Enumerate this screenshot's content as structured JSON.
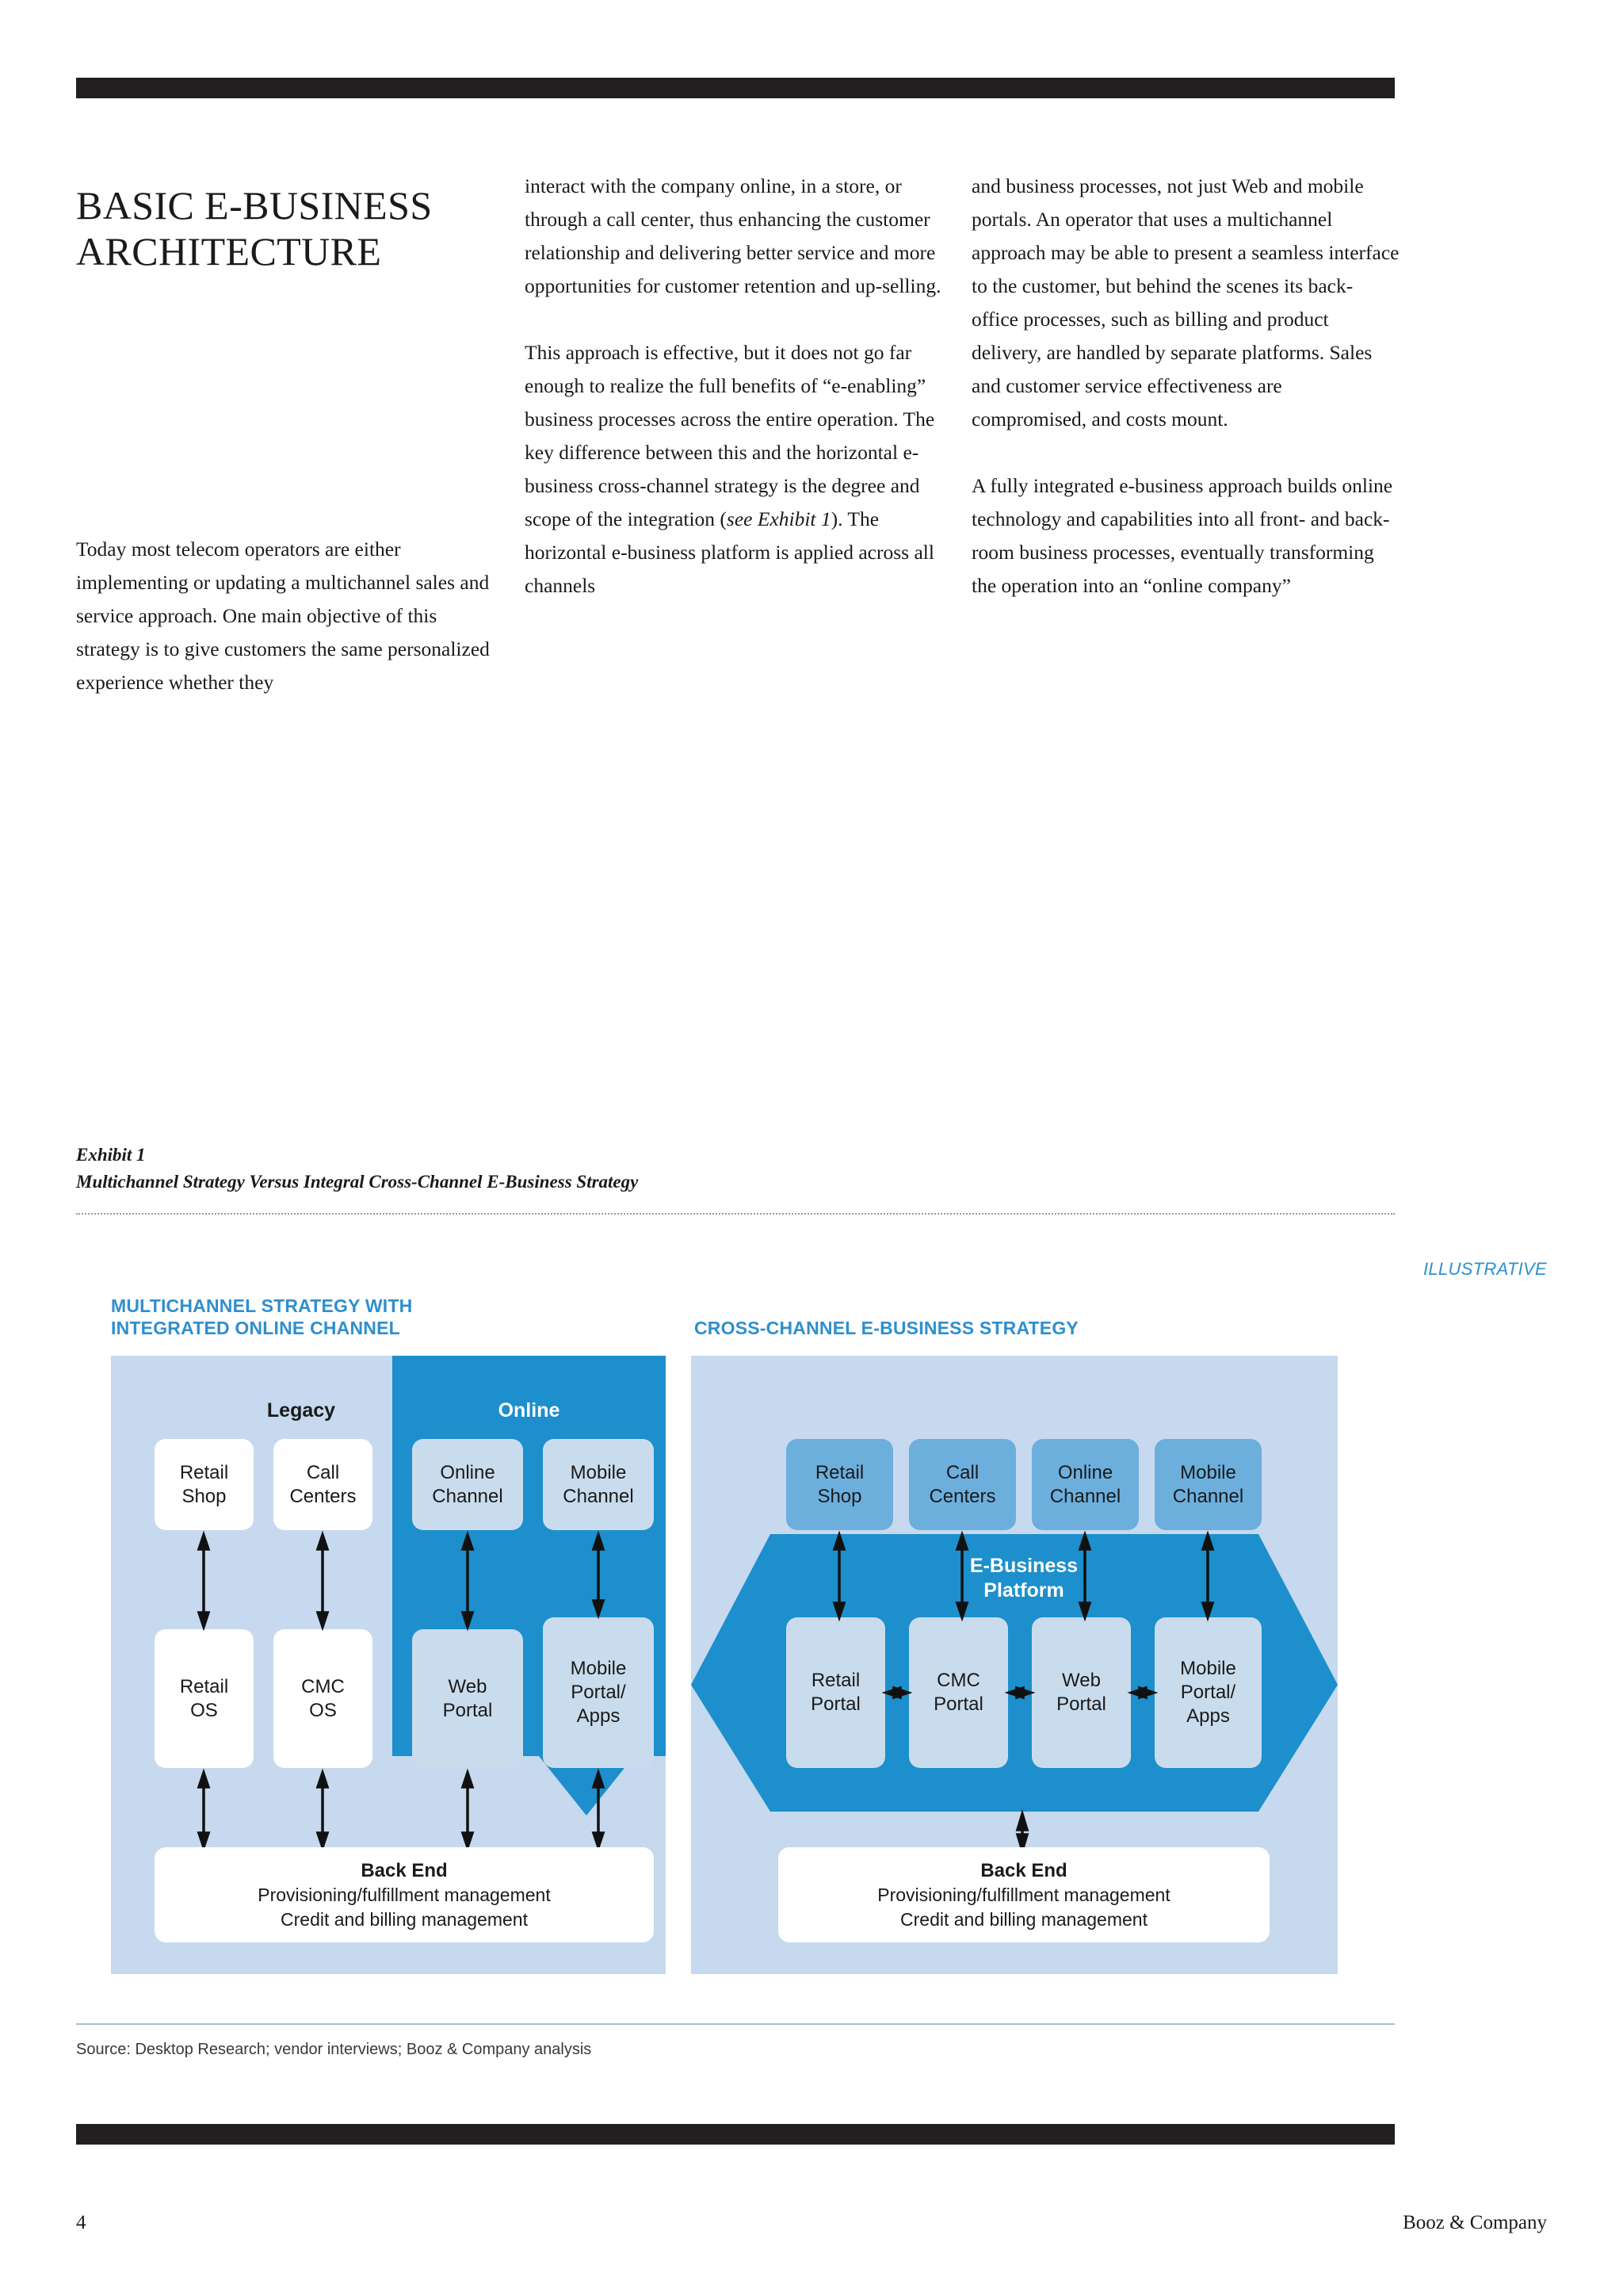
{
  "headline": {
    "line1": "BASIC E-BUSINESS",
    "line2": "ARCHITECTURE"
  },
  "body": {
    "col1": {
      "p1": "Today most telecom operators are either implementing or updating a multichannel sales and service approach. One main objective of this strategy is to give customers the same personalized experience whether they"
    },
    "col2": {
      "p1": "interact with the company online, in a store, or through a call center, thus enhancing the customer relationship and delivering better service and more opportunities for customer retention and up-selling.",
      "p2a": "This approach is effective, but it does not go far enough to realize the full benefits of “e-enabling” business processes across the entire operation. The key difference between this and the horizontal e-business cross-channel strategy is the degree and scope of the integration (",
      "p2_italic1": "see",
      "p2b": " ",
      "p2_italic2": "Exhibit 1",
      "p2c": "). The horizontal e-business platform is applied across all channels"
    },
    "col3": {
      "p1": "and business processes, not just Web and mobile portals. An operator that uses a multichannel approach may be able to present a seamless interface to the customer, but behind the scenes its back-office processes, such as billing and product delivery, are handled by separate platforms. Sales and customer service effectiveness are compromised, and costs mount.",
      "p2": "A fully integrated e-business approach builds online technology and capabilities into all front- and back-room business processes, eventually transforming the operation into an “online company”"
    }
  },
  "exhibit": {
    "number": "Exhibit 1",
    "title": "Multichannel Strategy Versus Integral Cross-Channel E-Business Strategy",
    "illustrative": "ILLUSTRATIVE",
    "source": "Source: Desktop Research; vendor interviews; Booz & Company analysis",
    "left_diagram": {
      "header_line1": "MULTICHANNEL STRATEGY WITH",
      "header_line2": "INTEGRATED ONLINE CHANNEL",
      "group_legacy": "Legacy",
      "group_online": "Online",
      "channels": [
        {
          "line1": "Retail",
          "line2": "Shop"
        },
        {
          "line1": "Call",
          "line2": "Centers"
        },
        {
          "line1": "Online",
          "line2": "Channel"
        },
        {
          "line1": "Mobile",
          "line2": "Channel"
        }
      ],
      "systems": [
        {
          "line1": "Retail",
          "line2": "OS",
          "line3": ""
        },
        {
          "line1": "CMC",
          "line2": "OS",
          "line3": ""
        },
        {
          "line1": "Web",
          "line2": "Portal",
          "line3": ""
        },
        {
          "line1": "Mobile",
          "line2": "Portal/",
          "line3": "Apps"
        }
      ],
      "back_end": {
        "title": "Back End",
        "line1": "Provisioning/fulfillment management",
        "line2": "Credit and billing management"
      }
    },
    "right_diagram": {
      "header": "CROSS-CHANNEL E-BUSINESS STRATEGY",
      "platform_line1": "E-Business",
      "platform_line2": "Platform",
      "channels": [
        {
          "line1": "Retail",
          "line2": "Shop"
        },
        {
          "line1": "Call",
          "line2": "Centers"
        },
        {
          "line1": "Online",
          "line2": "Channel"
        },
        {
          "line1": "Mobile",
          "line2": "Channel"
        }
      ],
      "portals": [
        {
          "line1": "Retail",
          "line2": "Portal",
          "line3": ""
        },
        {
          "line1": "CMC",
          "line2": "Portal",
          "line3": ""
        },
        {
          "line1": "Web",
          "line2": "Portal",
          "line3": ""
        },
        {
          "line1": "Mobile",
          "line2": "Portal/",
          "line3": "Apps"
        }
      ],
      "back_end": {
        "title": "Back End",
        "line1": "Provisioning/fulfillment management",
        "line2": "Credit and billing management"
      }
    }
  },
  "footer": {
    "page_number": "4",
    "brand": "Booz & Company"
  },
  "colors": {
    "accent_blue": "#2f8fce",
    "panel_bg": "#c6d9ee",
    "deep_blue": "#1d8fcc",
    "mid_blue": "#6cafdd",
    "pale_box": "#c9dced",
    "rule_black": "#231f20"
  }
}
